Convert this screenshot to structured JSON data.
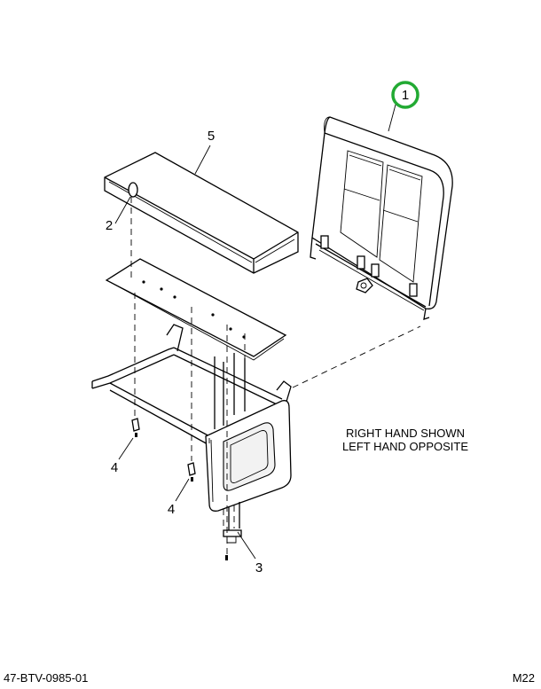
{
  "callouts": {
    "c1": "1",
    "c2": "2",
    "c3": "3",
    "c4a": "4",
    "c4b": "4",
    "c5": "5"
  },
  "note": {
    "line1": "RIGHT HAND SHOWN",
    "line2": "LEFT HAND OPPOSITE"
  },
  "footer": {
    "drawing_number": "47-BTV-0985-01",
    "page_code": "M22"
  },
  "colors": {
    "highlight_ring": "#22aa33",
    "line": "#000000"
  }
}
